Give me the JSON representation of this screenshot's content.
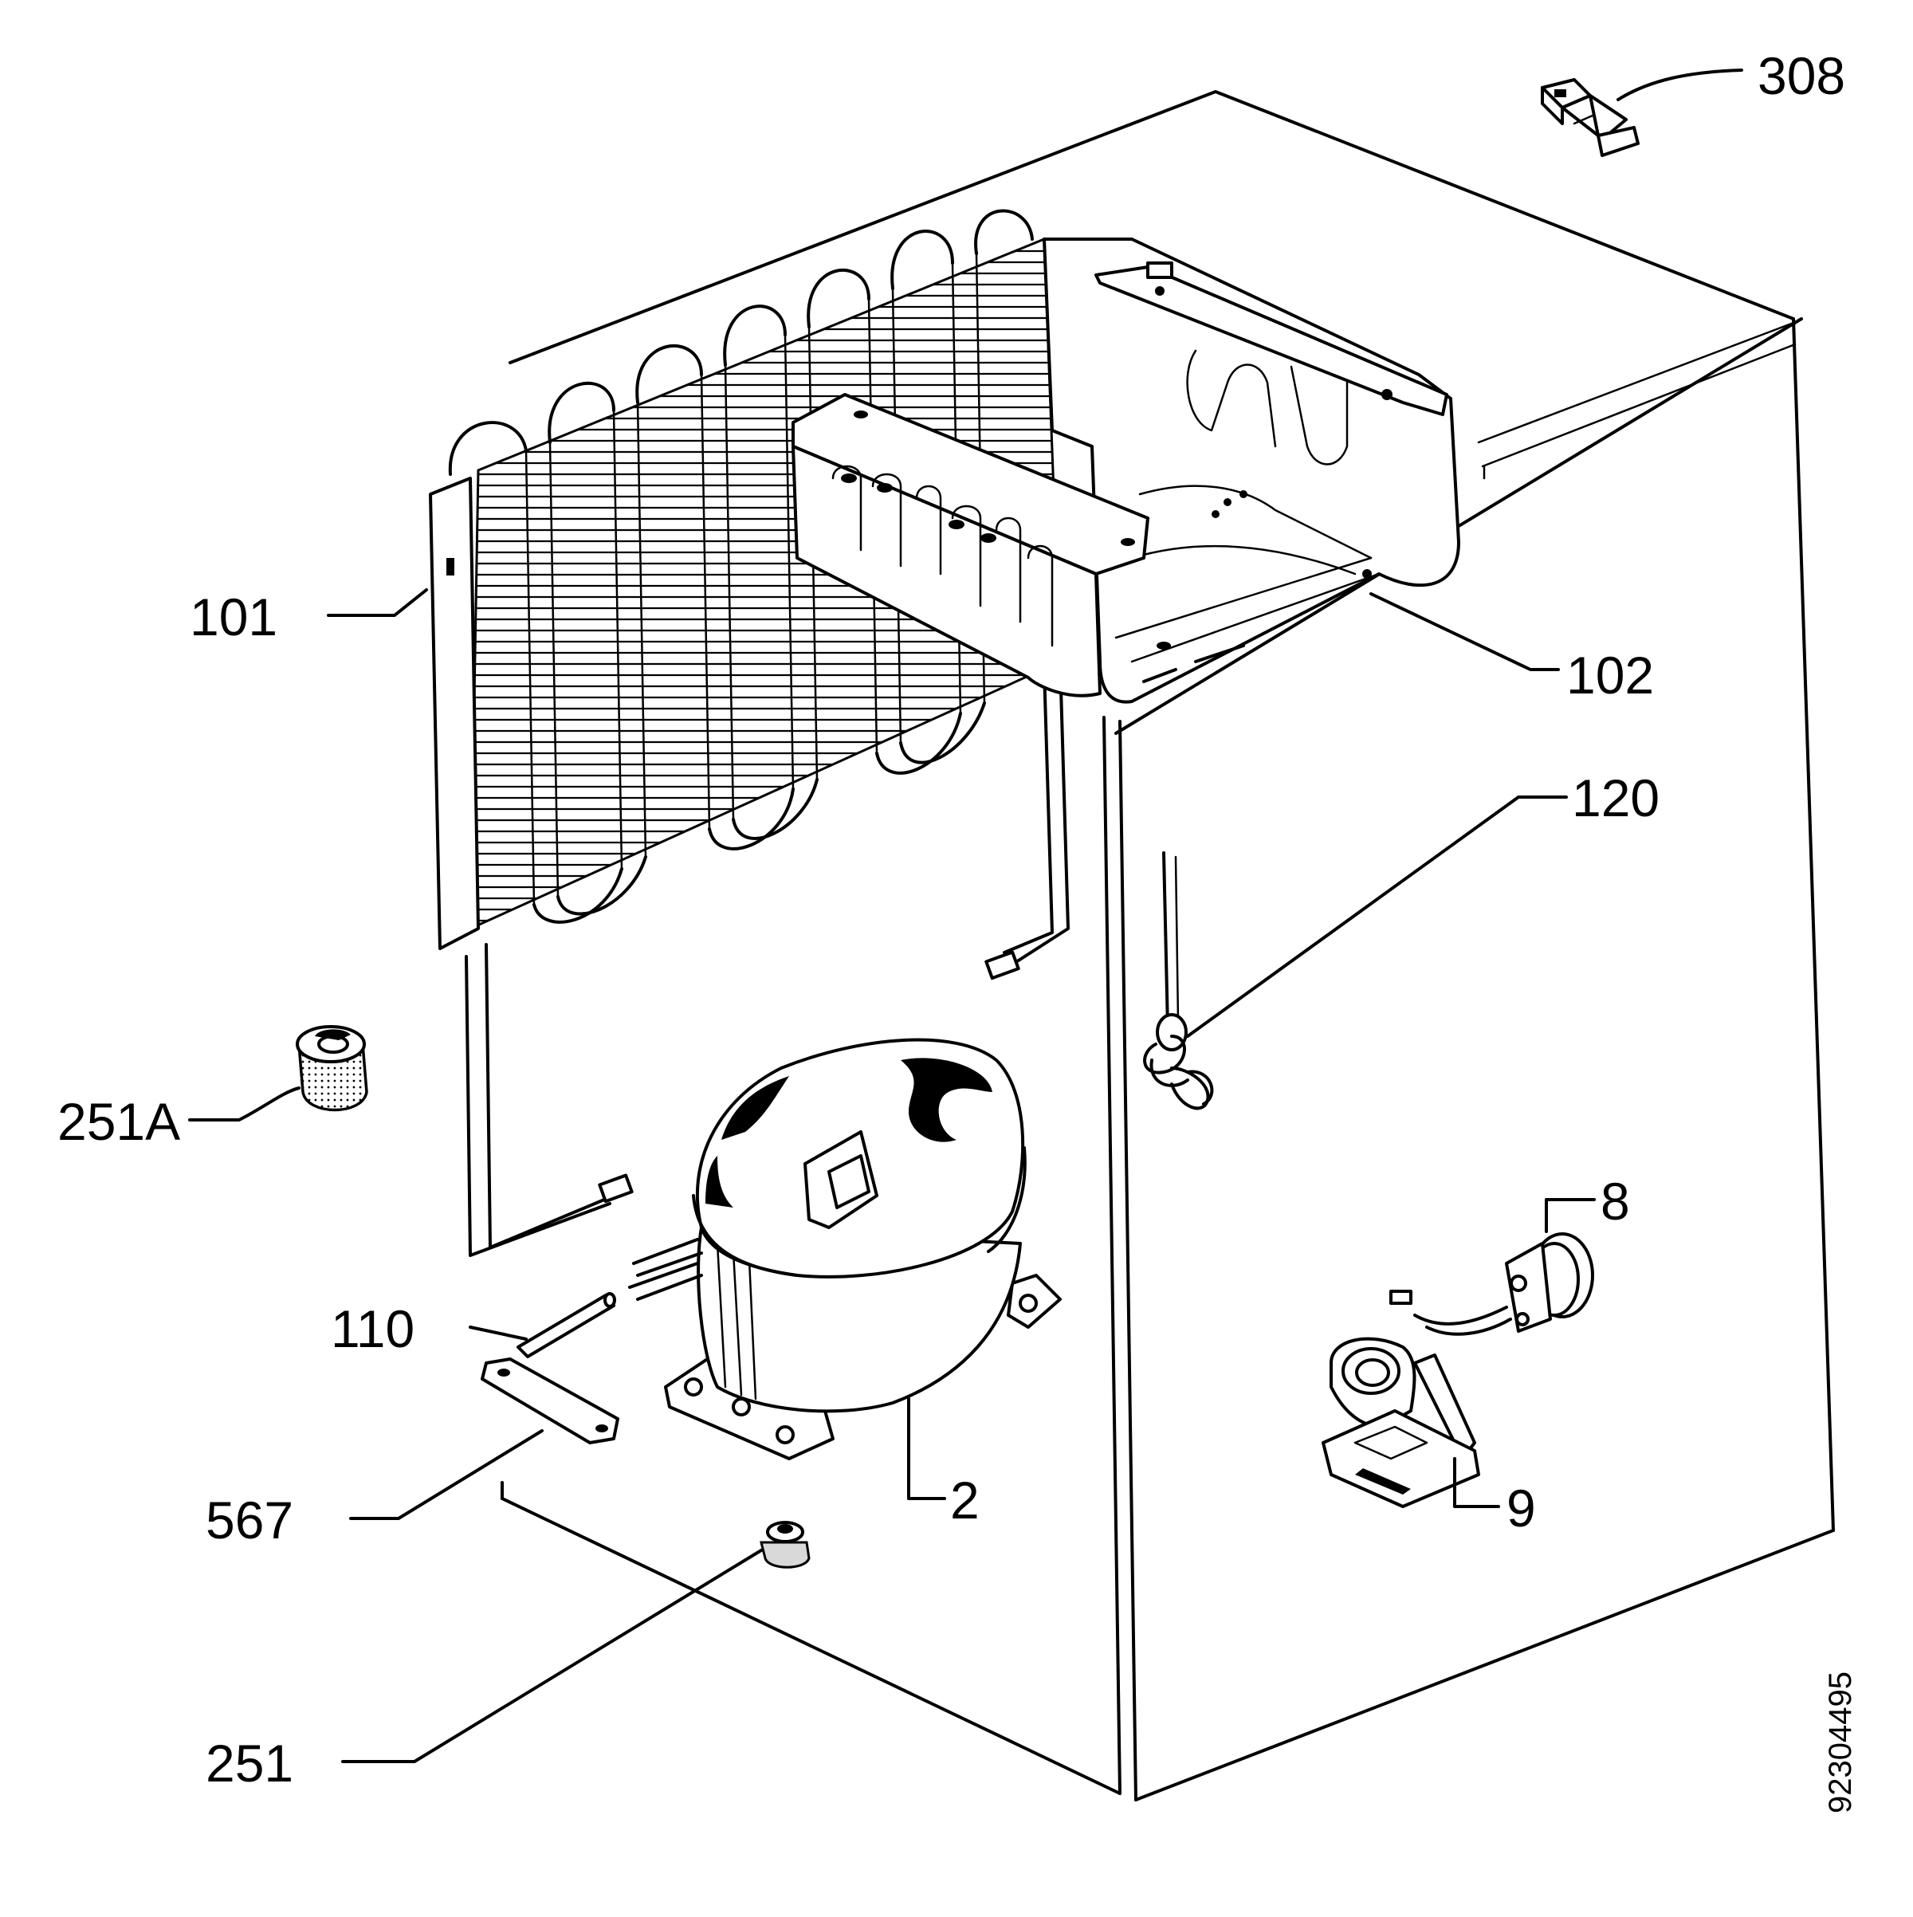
{
  "diagram": {
    "document_code": "92304495",
    "callouts": [
      {
        "id": "308",
        "label": "308"
      },
      {
        "id": "101",
        "label": "101"
      },
      {
        "id": "102",
        "label": "102"
      },
      {
        "id": "120",
        "label": "120"
      },
      {
        "id": "251a",
        "label": "251A"
      },
      {
        "id": "8",
        "label": "8"
      },
      {
        "id": "110",
        "label": "110"
      },
      {
        "id": "9",
        "label": "9"
      },
      {
        "id": "2",
        "label": "2"
      },
      {
        "id": "567",
        "label": "567"
      },
      {
        "id": "251",
        "label": "251"
      }
    ]
  }
}
